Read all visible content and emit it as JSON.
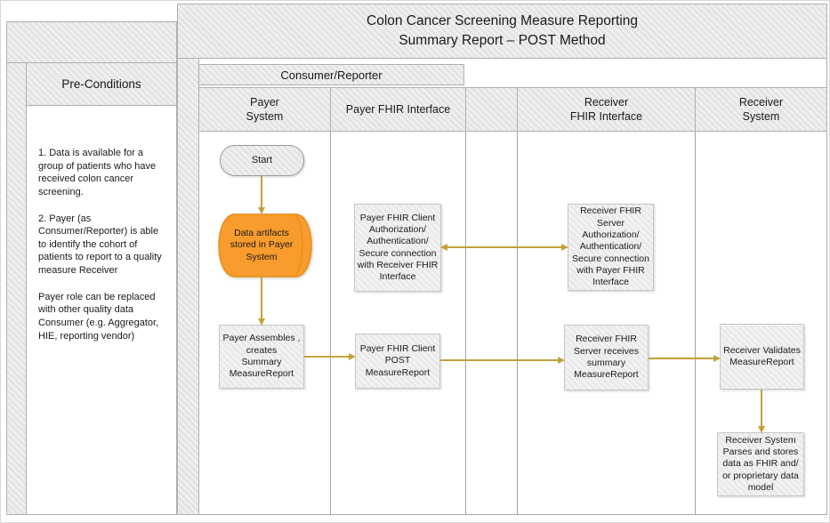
{
  "title": "Colon Cancer Screening Measure Reporting\nSummary Report – POST Method",
  "preconditions": {
    "header": "Pre-Conditions",
    "paragraphs": [
      "1. Data is available for a group of patients who have received colon cancer screening.",
      "2. Payer (as Consumer/Reporter) is able to identify the cohort of patients to report to a quality measure Receiver",
      "Payer role can be replaced with other quality data Consumer (e.g. Aggregator, HIE, reporting vendor)"
    ]
  },
  "lanes": {
    "group_header": "Consumer/Reporter",
    "columns": [
      {
        "id": "payer-system",
        "label": "Payer\nSystem"
      },
      {
        "id": "payer-fhir-interface",
        "label": "Payer FHIR Interface"
      },
      {
        "id": "spacer",
        "label": ""
      },
      {
        "id": "receiver-fhir-interface",
        "label": "Receiver\nFHIR Interface"
      },
      {
        "id": "receiver-system",
        "label": "Receiver\nSystem"
      }
    ]
  },
  "nodes": {
    "start": "Start",
    "data_store": "Data artifacts\nstored in Payer\nSystem",
    "payer_auth": "Payer FHIR Client\nAuthorization/\nAuthentication/\nSecure connection\nwith Receiver FHIR\nInterface",
    "receiver_auth": "Receiver FHIR\nServer\nAuthorization/\nAuthentication/\nSecure connection\nwith Payer FHIR\nInterface",
    "payer_assembles": "Payer Assembles ,\ncreates\nSummary\nMeasureReport",
    "payer_post": "Payer FHIR Client\nPOST\nMeasureReport",
    "receiver_receives": "Receiver FHIR\nServer receives\nsummary\nMeasureReport",
    "receiver_validates": "Receiver Validates\nMeasureReport",
    "receiver_parses": "Receiver System\nParses and stores\ndata as FHIR and/\nor proprietary data\nmodel"
  },
  "flows": [
    {
      "from": "start",
      "to": "data_store",
      "direction": "down"
    },
    {
      "from": "data_store",
      "to": "payer_assembles",
      "direction": "down"
    },
    {
      "from": "payer_assembles",
      "to": "payer_post",
      "direction": "right"
    },
    {
      "from": "payer_auth",
      "to": "receiver_auth",
      "direction": "both"
    },
    {
      "from": "payer_post",
      "to": "receiver_receives",
      "direction": "right"
    },
    {
      "from": "receiver_receives",
      "to": "receiver_validates",
      "direction": "right"
    },
    {
      "from": "receiver_validates",
      "to": "receiver_parses",
      "direction": "down"
    }
  ],
  "colors": {
    "accent-arrow": "#C2A23C",
    "datastore-fill": "#F89C2D",
    "datastore-border": "#E58E16",
    "lane-fill": "#E9E9E9",
    "box-fill": "#EDEDED",
    "box-border": "#C6C6C6",
    "frame-border": "#A8A8A8"
  }
}
